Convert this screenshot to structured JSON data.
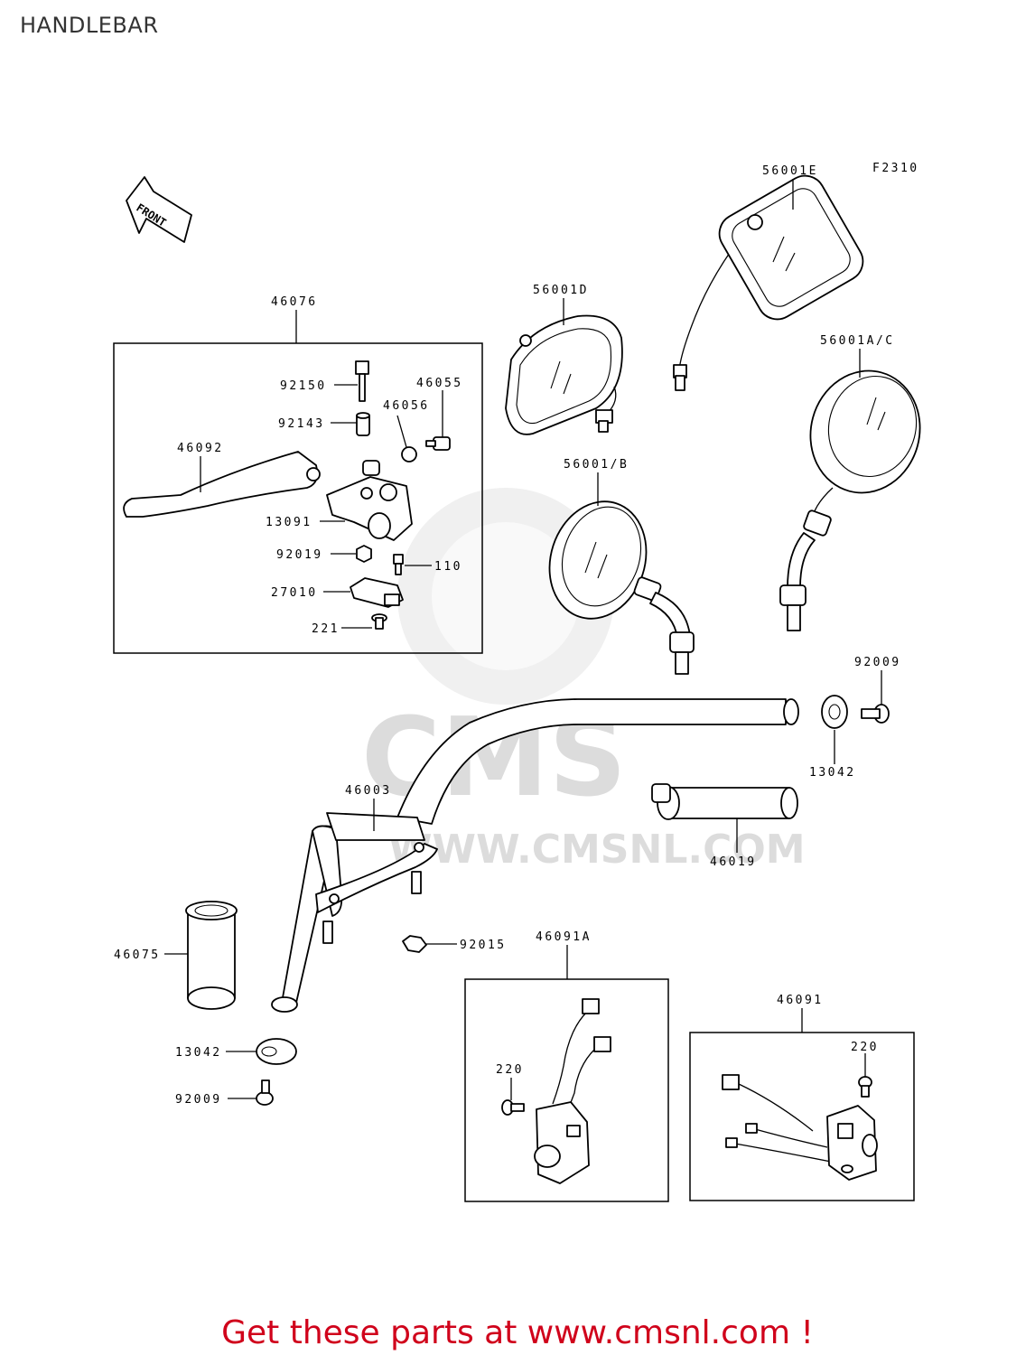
{
  "page": {
    "title": "HANDLEBAR",
    "figure_code": "F2310",
    "watermark": "WWW.CMSNL.COM",
    "watermark_logo": "CMS",
    "call_to_action": "Get these parts at www.cmsnl.com !"
  },
  "front_arrow_label": "FRONT",
  "groups": {
    "lever_assembly": "46076",
    "switch_left": "46091A",
    "switch_right": "46091"
  },
  "parts": {
    "p56001E": "56001E",
    "p56001D": "56001D",
    "p56001AC": "56001A/C",
    "p56001B": "56001/B",
    "p92150": "92150",
    "p46055": "46055",
    "p46056": "46056",
    "p92143": "92143",
    "p46092": "46092",
    "p13091": "13091",
    "p92019": "92019",
    "p110": "110",
    "p27010": "27010",
    "p221": "221",
    "p92009a": "92009",
    "p13042a": "13042",
    "p46003": "46003",
    "p46019": "46019",
    "p46075": "46075",
    "p92015": "92015",
    "p13042b": "13042",
    "p92009b": "92009",
    "p220a": "220",
    "p220b": "220"
  },
  "colors": {
    "line": "#000000",
    "cta": "#d0021b",
    "watermark": "#dcdcdc",
    "title": "#333333"
  }
}
